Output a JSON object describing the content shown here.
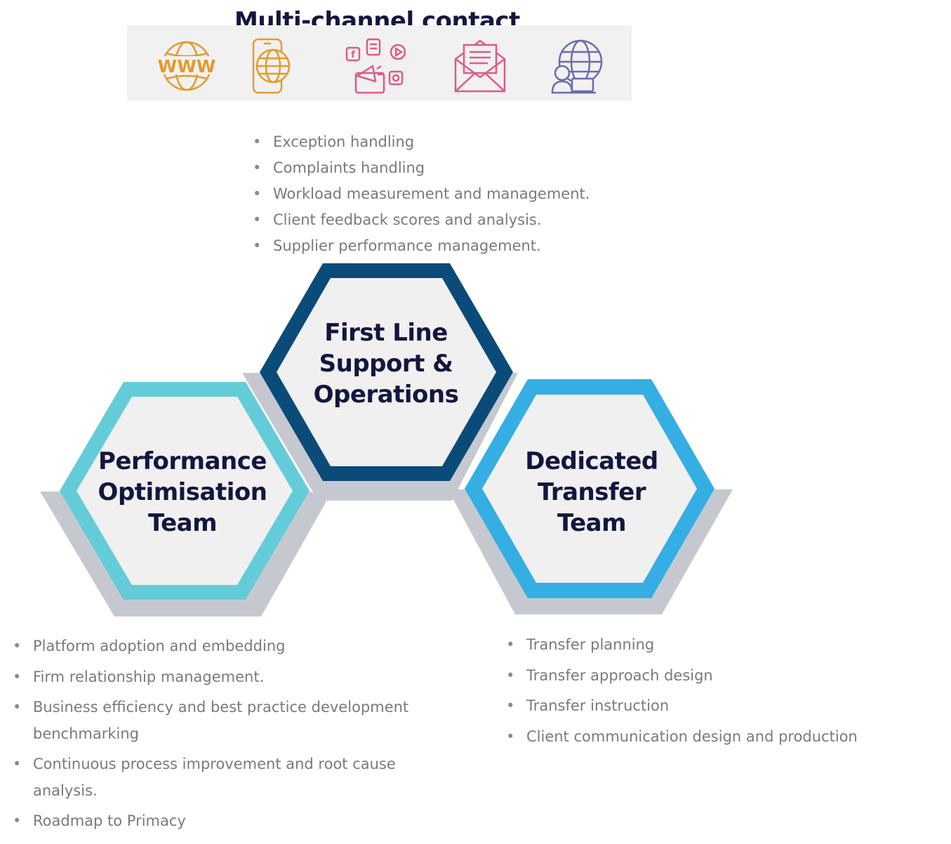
{
  "title": "Multi-channel contact",
  "icons": [
    "www-globe-icon",
    "mobile-globe-icon",
    "social-media-megaphone-icon",
    "email-envelope-icon",
    "online-support-globe-icon"
  ],
  "colors": {
    "navy": "#0b4b79",
    "teal": "#64ccd8",
    "sky": "#35aee4",
    "grey": "#c5c9cf",
    "hex_fill": "#f0f0f0",
    "text_dark": "#14163f",
    "bullet_text": "#7a7a7a",
    "icon_orange": "#e59a2c",
    "icon_pink": "#de5a8a",
    "icon_purple": "#6b6bb0"
  },
  "first_line": {
    "label_lines": [
      "First Line",
      "Support &",
      "Operations"
    ],
    "bullets": [
      "Exception handling",
      "Complaints handling",
      "Workload measurement and management.",
      "Client feedback scores and analysis.",
      "Supplier performance management."
    ]
  },
  "performance": {
    "label_lines": [
      "Performance",
      "Optimisation",
      "Team"
    ],
    "bullets": [
      "Platform adoption and embedding",
      "Firm relationship management.",
      "Business efficiency and best practice development benchmarking",
      "Continuous process improvement and root cause analysis.",
      "Roadmap to Primacy"
    ]
  },
  "transfer": {
    "label_lines": [
      "Dedicated",
      "Transfer",
      "Team"
    ],
    "bullets": [
      "Transfer planning",
      "Transfer approach design",
      "Transfer instruction",
      "Client communication design and production"
    ]
  }
}
